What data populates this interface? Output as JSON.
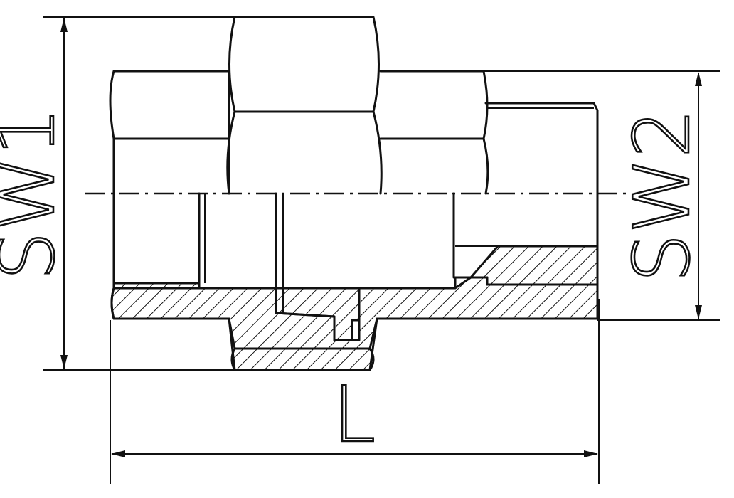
{
  "labels": {
    "sw1": "SW1",
    "sw2": "SW2",
    "length": "L"
  }
}
